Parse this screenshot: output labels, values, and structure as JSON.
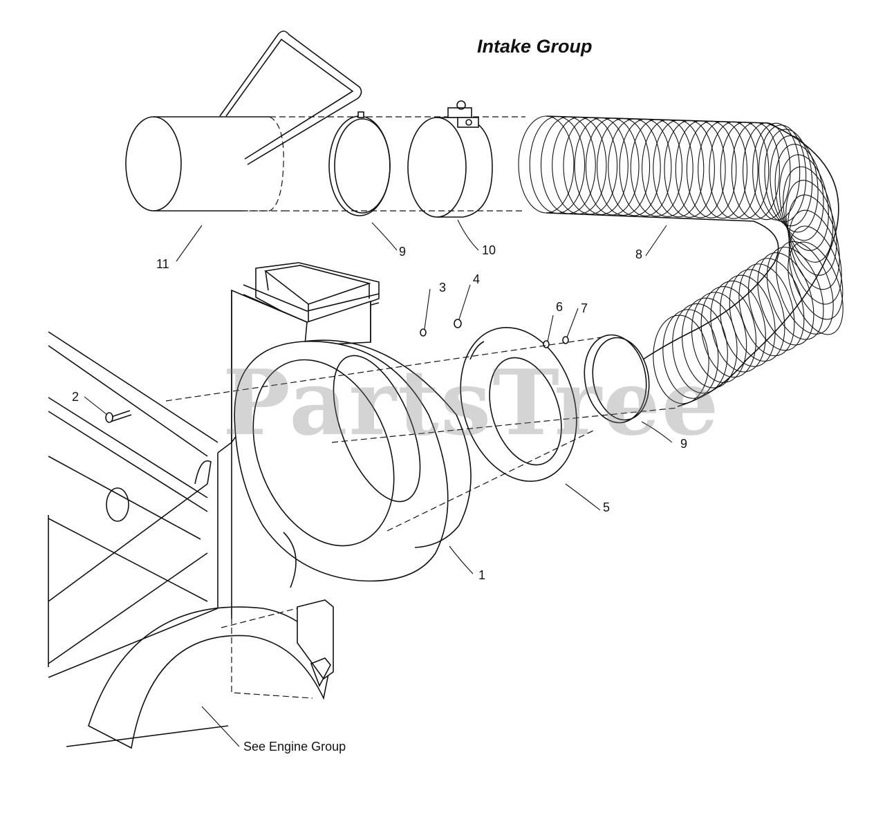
{
  "diagram": {
    "title": "Intake Group",
    "watermark": "PartsTree",
    "callouts": [
      {
        "id": "c1",
        "label": "1"
      },
      {
        "id": "c2",
        "label": "2"
      },
      {
        "id": "c3",
        "label": "3"
      },
      {
        "id": "c4",
        "label": "4"
      },
      {
        "id": "c5",
        "label": "5"
      },
      {
        "id": "c6",
        "label": "6"
      },
      {
        "id": "c7",
        "label": "7"
      },
      {
        "id": "c8",
        "label": "8"
      },
      {
        "id": "c9a",
        "label": "9"
      },
      {
        "id": "c9b",
        "label": "9"
      },
      {
        "id": "c10",
        "label": "10"
      },
      {
        "id": "c11",
        "label": "11"
      }
    ],
    "reference_note": "See Engine Group",
    "colors": {
      "line": "#111111",
      "background": "#ffffff",
      "watermark": "#808080"
    }
  }
}
